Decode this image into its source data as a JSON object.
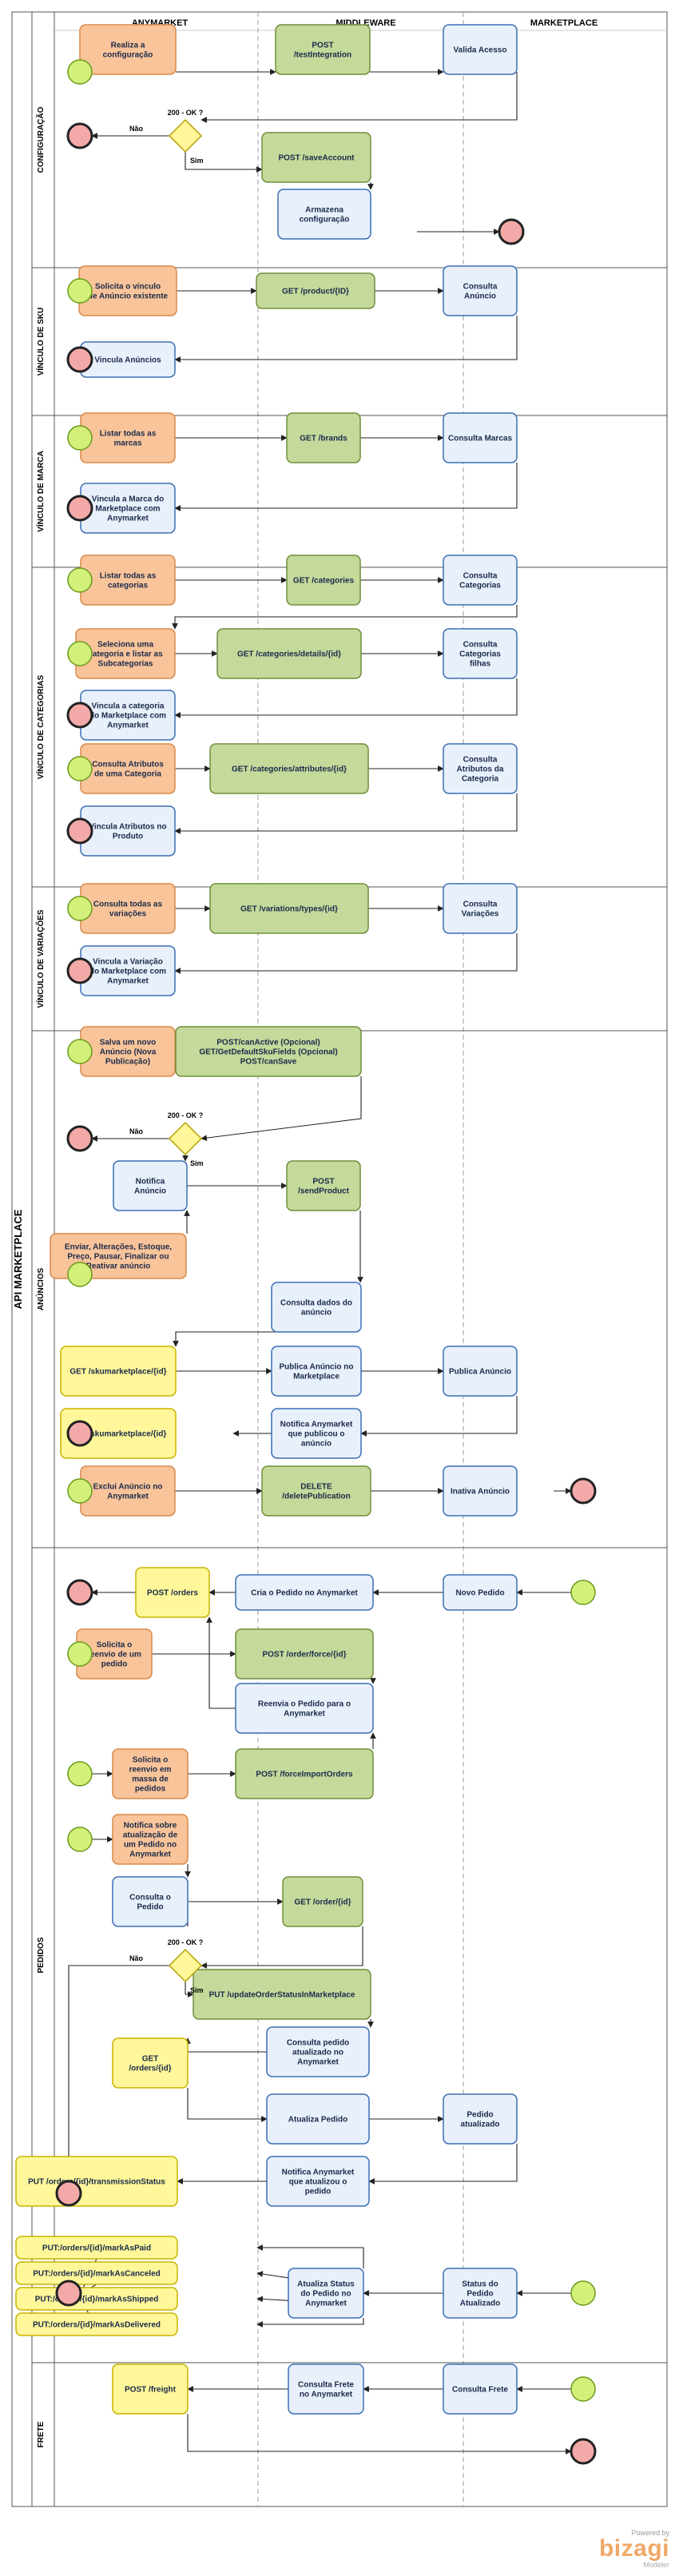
{
  "diagram": {
    "pool_title": "API MARKETPLACE",
    "columns": [
      "ANYMARKET",
      "MIDDLEWARE",
      "MARKETPLACE"
    ],
    "lanes": [
      "CONFIGURAÇÃO",
      "VÍNCULO DE SKU",
      "VÍNCULO DE MARCA",
      "VÍNCULO DE CATEGORIAS",
      "VÍNCULO DE VARIAÇÕES",
      "ANÚNCIOS",
      "PEDIDOS",
      "FRETE"
    ],
    "colors": {
      "orange": "#f9c49a",
      "green": "#c5d99b",
      "blue": "#e8f0fb",
      "yellow": "#fff79a",
      "start": "#d3f07a",
      "end": "#f4a9a9"
    },
    "tasks": [
      {
        "id": "t1",
        "text": "Realiza a configuração",
        "color": "orange"
      },
      {
        "id": "t2",
        "text": "POST /testIntegration",
        "color": "green"
      },
      {
        "id": "t3",
        "text": "Valida Acesso",
        "color": "blue"
      },
      {
        "id": "t4",
        "text": "POST /saveAccount",
        "color": "green"
      },
      {
        "id": "t5",
        "text": "Armazena configuração",
        "color": "blue"
      },
      {
        "id": "t6",
        "text": "Solicita o vínculo de Anúncio existente",
        "color": "orange"
      },
      {
        "id": "t7",
        "text": "GET /product/{ID}",
        "color": "green"
      },
      {
        "id": "t8",
        "text": "Consulta Anúncio",
        "color": "blue"
      },
      {
        "id": "t9",
        "text": "Vincula Anúncios",
        "color": "blue"
      },
      {
        "id": "t10",
        "text": "Listar todas as marcas",
        "color": "orange"
      },
      {
        "id": "t11",
        "text": "GET /brands",
        "color": "green"
      },
      {
        "id": "t12",
        "text": "Consulta Marcas",
        "color": "blue"
      },
      {
        "id": "t13",
        "text": "Vincula a Marca do Marketplace com Anymarket",
        "color": "blue"
      },
      {
        "id": "t14",
        "text": "Listar todas as categorias",
        "color": "orange"
      },
      {
        "id": "t15",
        "text": "GET /categories",
        "color": "green"
      },
      {
        "id": "t16",
        "text": "Consulta Categorias",
        "color": "blue"
      },
      {
        "id": "t17",
        "text": "Seleciona uma categoria e listar as Subcategorias",
        "color": "orange"
      },
      {
        "id": "t18",
        "text": "GET /categories/details/{id}",
        "color": "green"
      },
      {
        "id": "t19",
        "text": "Consulta Categorias filhas",
        "color": "blue"
      },
      {
        "id": "t20",
        "text": "Vincula a categoria do Marketplace com Anymarket",
        "color": "blue"
      },
      {
        "id": "t21",
        "text": "Consulta Atributos de uma Categoria",
        "color": "orange"
      },
      {
        "id": "t22",
        "text": "GET /categories/attributes/{id}",
        "color": "green"
      },
      {
        "id": "t23",
        "text": "Consulta Atributos da Categoria",
        "color": "blue"
      },
      {
        "id": "t24",
        "text": "Vincula Atributos no Produto",
        "color": "blue"
      },
      {
        "id": "t25",
        "text": "Consulta todas as variações",
        "color": "orange"
      },
      {
        "id": "t26",
        "text": "GET /variations/types/{id}",
        "color": "green"
      },
      {
        "id": "t27",
        "text": "Consulta Variações",
        "color": "blue"
      },
      {
        "id": "t28",
        "text": "Vincula a Variação do Marketplace com Anymarket",
        "color": "blue"
      },
      {
        "id": "t29",
        "text": "Salva um novo Anúncio (Nova Publicação)",
        "color": "orange"
      },
      {
        "id": "t30",
        "text": "POST/canActive (Opcional) GET/GetDefaultSkuFields (Opcional) POST/canSave",
        "color": "green"
      },
      {
        "id": "t31",
        "text": "Notifica Anúncio",
        "color": "blue"
      },
      {
        "id": "t32",
        "text": "POST /sendProduct",
        "color": "green"
      },
      {
        "id": "t33",
        "text": "Enviar, Alterações, Estoque, Preço, Pausar, Finalizar ou Reativar anúncio",
        "color": "orange"
      },
      {
        "id": "t34",
        "text": "Consulta dados do anúncio",
        "color": "blue"
      },
      {
        "id": "t35",
        "text": "GET /skumarketplace/{id}",
        "color": "yellow"
      },
      {
        "id": "t36",
        "text": "Publica Anúncio no Marketplace",
        "color": "blue"
      },
      {
        "id": "t37",
        "text": "Publica Anúncio",
        "color": "blue"
      },
      {
        "id": "t38",
        "text": "PUT /skumarketplace/{id}",
        "color": "yellow"
      },
      {
        "id": "t39",
        "text": "Notifica Anymarket que publicou o anúncio",
        "color": "blue"
      },
      {
        "id": "t40",
        "text": "Exclui Anúncio no Anymarket",
        "color": "orange"
      },
      {
        "id": "t41",
        "text": "DELETE /deletePublication",
        "color": "green"
      },
      {
        "id": "t42",
        "text": "Inativa Anúncio",
        "color": "blue"
      },
      {
        "id": "t43",
        "text": "POST /orders",
        "color": "yellow"
      },
      {
        "id": "t44",
        "text": "Cria o Pedido no Anymarket",
        "color": "blue"
      },
      {
        "id": "t45",
        "text": "Novo Pedido",
        "color": "blue"
      },
      {
        "id": "t46",
        "text": "Solicita o reenvio de um pedido",
        "color": "orange"
      },
      {
        "id": "t47",
        "text": "POST /order/force/{id}",
        "color": "green"
      },
      {
        "id": "t48",
        "text": "Reenvia o Pedido para o Anymarket",
        "color": "blue"
      },
      {
        "id": "t49",
        "text": "Solicita o reenvio em massa de pedidos",
        "color": "orange"
      },
      {
        "id": "t50",
        "text": "POST /forceImportOrders",
        "color": "green"
      },
      {
        "id": "t51",
        "text": "Notifica sobre atualização de um Pedido no Anymarket",
        "color": "orange"
      },
      {
        "id": "t52",
        "text": "Consulta o Pedido",
        "color": "blue"
      },
      {
        "id": "t53",
        "text": "GET /order/{id}",
        "color": "green"
      },
      {
        "id": "t54",
        "text": "PUT /updateOrderStatusInMarketplace",
        "color": "green"
      },
      {
        "id": "t55",
        "text": "Consulta pedido atualizado no Anymarket",
        "color": "blue"
      },
      {
        "id": "t56",
        "text": "GET /orders/{id}",
        "color": "yellow"
      },
      {
        "id": "t57",
        "text": "Atualiza Pedido",
        "color": "blue"
      },
      {
        "id": "t58",
        "text": "Pedido atualizado",
        "color": "blue"
      },
      {
        "id": "t59",
        "text": "Notifica Anymarket que atualizou o pedido",
        "color": "blue"
      },
      {
        "id": "t60",
        "text": "PUT /orders/{id}/transmissionStatus",
        "color": "yellow"
      },
      {
        "id": "t61",
        "text": "PUT:/orders/{id}/markAsPaid",
        "color": "yellow"
      },
      {
        "id": "t62",
        "text": "PUT:/orders/{id}/markAsCanceled",
        "color": "yellow"
      },
      {
        "id": "t63",
        "text": "PUT:/orders/{id}/markAsShipped",
        "color": "yellow"
      },
      {
        "id": "t64",
        "text": "PUT:/orders/{id}/markAsDelivered",
        "color": "yellow"
      },
      {
        "id": "t65",
        "text": "Atualiza Status do Pedido no Anymarket",
        "color": "blue"
      },
      {
        "id": "t66",
        "text": "Status do Pedido Atualizado",
        "color": "blue"
      },
      {
        "id": "t67",
        "text": "POST /freight",
        "color": "yellow"
      },
      {
        "id": "t68",
        "text": "Consulta Frete no Anymarket",
        "color": "blue"
      },
      {
        "id": "t69",
        "text": "Consulta Frete",
        "color": "blue"
      }
    ],
    "gateways": [
      {
        "id": "g1",
        "text": "200 - OK ?",
        "yes": "Sim",
        "no": "Não"
      },
      {
        "id": "g2",
        "text": "200 - OK ?",
        "yes": "Sim",
        "no": "Não"
      },
      {
        "id": "g3",
        "text": "200 - OK ?",
        "yes": "Sim",
        "no": "Não"
      }
    ],
    "brand": {
      "powered": "Powered by",
      "name": "bizagi",
      "sub": "Modeler"
    }
  }
}
